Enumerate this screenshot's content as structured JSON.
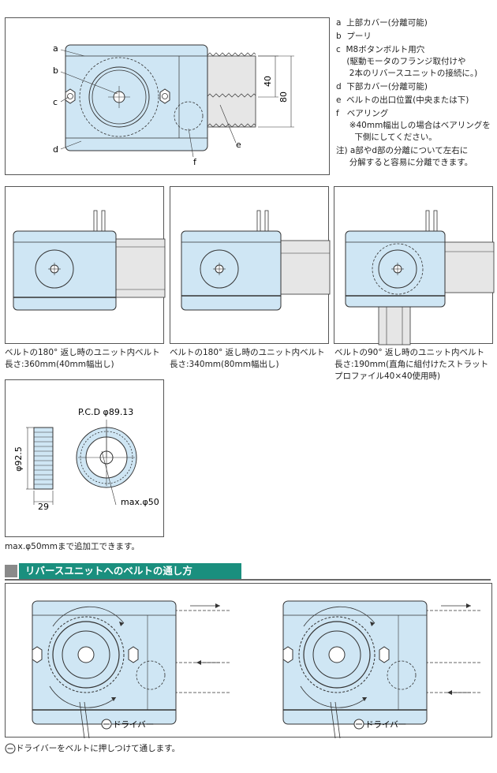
{
  "top_diagram": {
    "labels": {
      "a": "a",
      "b": "b",
      "c": "c",
      "d": "d",
      "e": "e",
      "f": "f"
    },
    "dim_40": "40",
    "dim_80": "80"
  },
  "legend": {
    "a": "a  上部カバー(分離可能)",
    "b": "b  プーリ",
    "c1": "c  M8ボタンボルト用穴",
    "c2": "    (駆動モータのフランジ取付けや",
    "c3": "     2本のリバースユニットの接続に。)",
    "d": "d  下部カバー(分離可能)",
    "e": "e  ベルトの出口位置(中央または下)",
    "f1": "f   ベアリング",
    "f2": "     ※40mm幅出しの場合はベアリングを",
    "f3": "       下側にしてください。",
    "note1": "注) a部やd部の分離について左右に",
    "note2": "     分解すると容易に分離できます。"
  },
  "captions": {
    "c1_line1": "ベルトの180° 返し時のユニット内ベルト",
    "c1_line2": "長さ:360mm(40mm幅出し)",
    "c2_line1": "ベルトの180° 返し時のユニット内ベルト",
    "c2_line2": "長さ:340mm(80mm幅出し)",
    "c3_line1": "ベルトの90° 返し時のユニット内ベルト",
    "c3_line2": "長さ:190mm(直角に組付けたストラット",
    "c3_line3": "プロファイル40×40使用時)"
  },
  "pulley": {
    "pcd": "P.C.D φ89.13",
    "dia": "φ92.5",
    "width": "29",
    "bore": "max.φ50",
    "note": "max.φ50mmまで追加工できます。"
  },
  "section": {
    "title": "リバースユニットへのベルトの通し方",
    "driver_label": "ドライバー",
    "driver_label_2": "ドライバー",
    "footer": "ドライバーをベルトに押しつけて通します。"
  },
  "colors": {
    "unit_fill": "#cfe6f4",
    "belt_fill": "#e6e6e6",
    "header_fill": "#1a8f7e",
    "line": "#333333"
  }
}
